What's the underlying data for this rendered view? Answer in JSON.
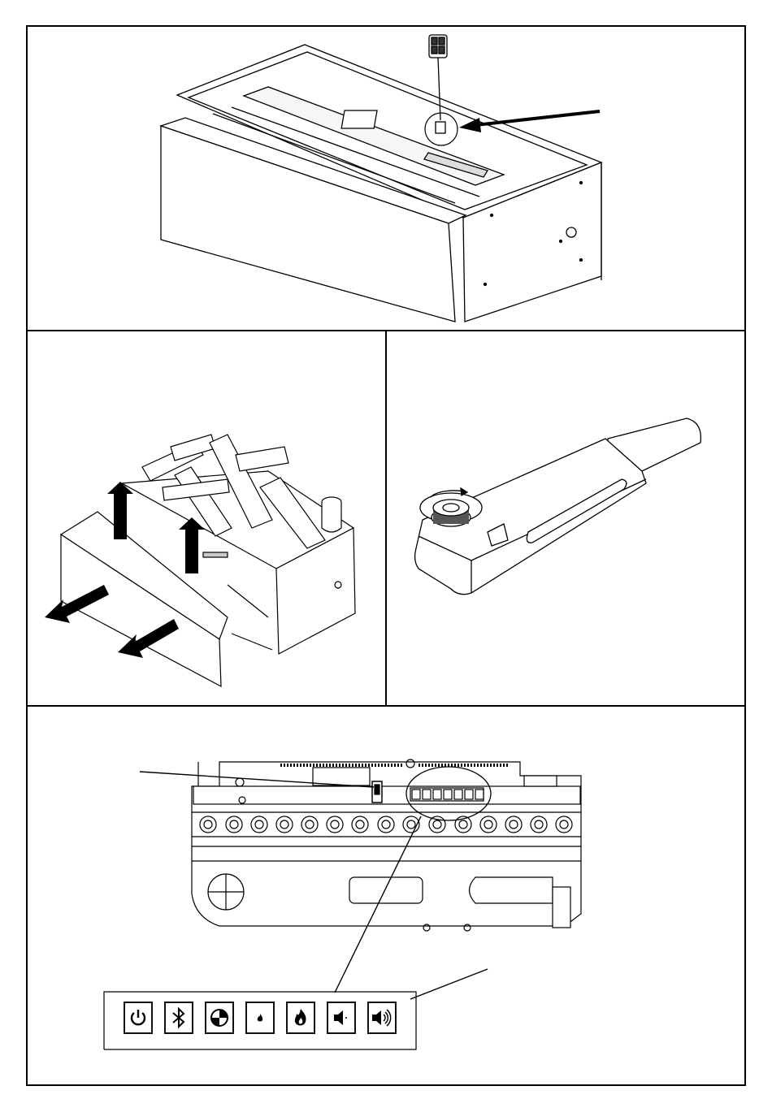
{
  "panels": [
    {
      "id": "top",
      "depicts": "fireplace-unit-with-remote-receiver"
    },
    {
      "id": "middle-left",
      "depicts": "removing-logs-and-front-panel"
    },
    {
      "id": "middle-right",
      "depicts": "fuel-cartridge"
    },
    {
      "id": "bottom",
      "depicts": "control-panel-top-view"
    }
  ],
  "control_buttons": [
    {
      "icon": "power-icon"
    },
    {
      "icon": "bluetooth-icon"
    },
    {
      "icon": "half-circle-icon"
    },
    {
      "icon": "small-flame-icon"
    },
    {
      "icon": "large-flame-icon"
    },
    {
      "icon": "volume-down-icon"
    },
    {
      "icon": "volume-up-icon"
    }
  ],
  "colors": {
    "line": "#000000",
    "background": "#ffffff",
    "shade": "#444444"
  }
}
